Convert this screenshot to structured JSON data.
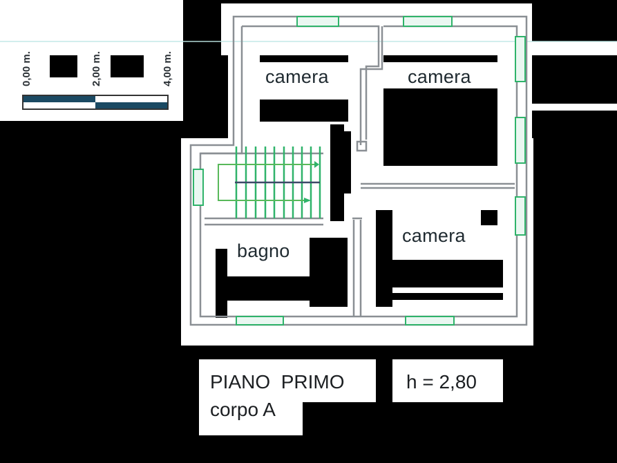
{
  "scale_bar": {
    "labels": [
      "0,00 m.",
      "2,00 m.",
      "4,00 m."
    ],
    "color_dark": "#1b4a63",
    "color_light": "#ffffff"
  },
  "rooms": [
    {
      "name": "camera-top-left",
      "label": "camera"
    },
    {
      "name": "camera-top-right",
      "label": "camera"
    },
    {
      "name": "bagno",
      "label": "bagno"
    },
    {
      "name": "camera-bottom-right",
      "label": "camera"
    }
  ],
  "caption": {
    "floor": "PIANO  PRIMO",
    "height": "h = 2,80",
    "block": "corpo A"
  },
  "colors": {
    "wall": "#8a8f94",
    "window": "#2fb36a",
    "stairs": "#2fb36a",
    "text": "#1f2a30"
  }
}
